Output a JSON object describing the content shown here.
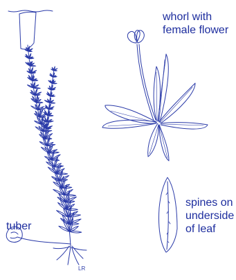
{
  "colors": {
    "ink": "#2a3aa8",
    "label": "#1d2d9e",
    "background": "#ffffff"
  },
  "labels": {
    "whorl": {
      "line1": "whorl with",
      "line2": "female flower"
    },
    "spines": {
      "line1": "spines on",
      "line2": "underside",
      "line3": "of leaf"
    },
    "tuber": "tuber"
  },
  "artist_mark": "LR"
}
